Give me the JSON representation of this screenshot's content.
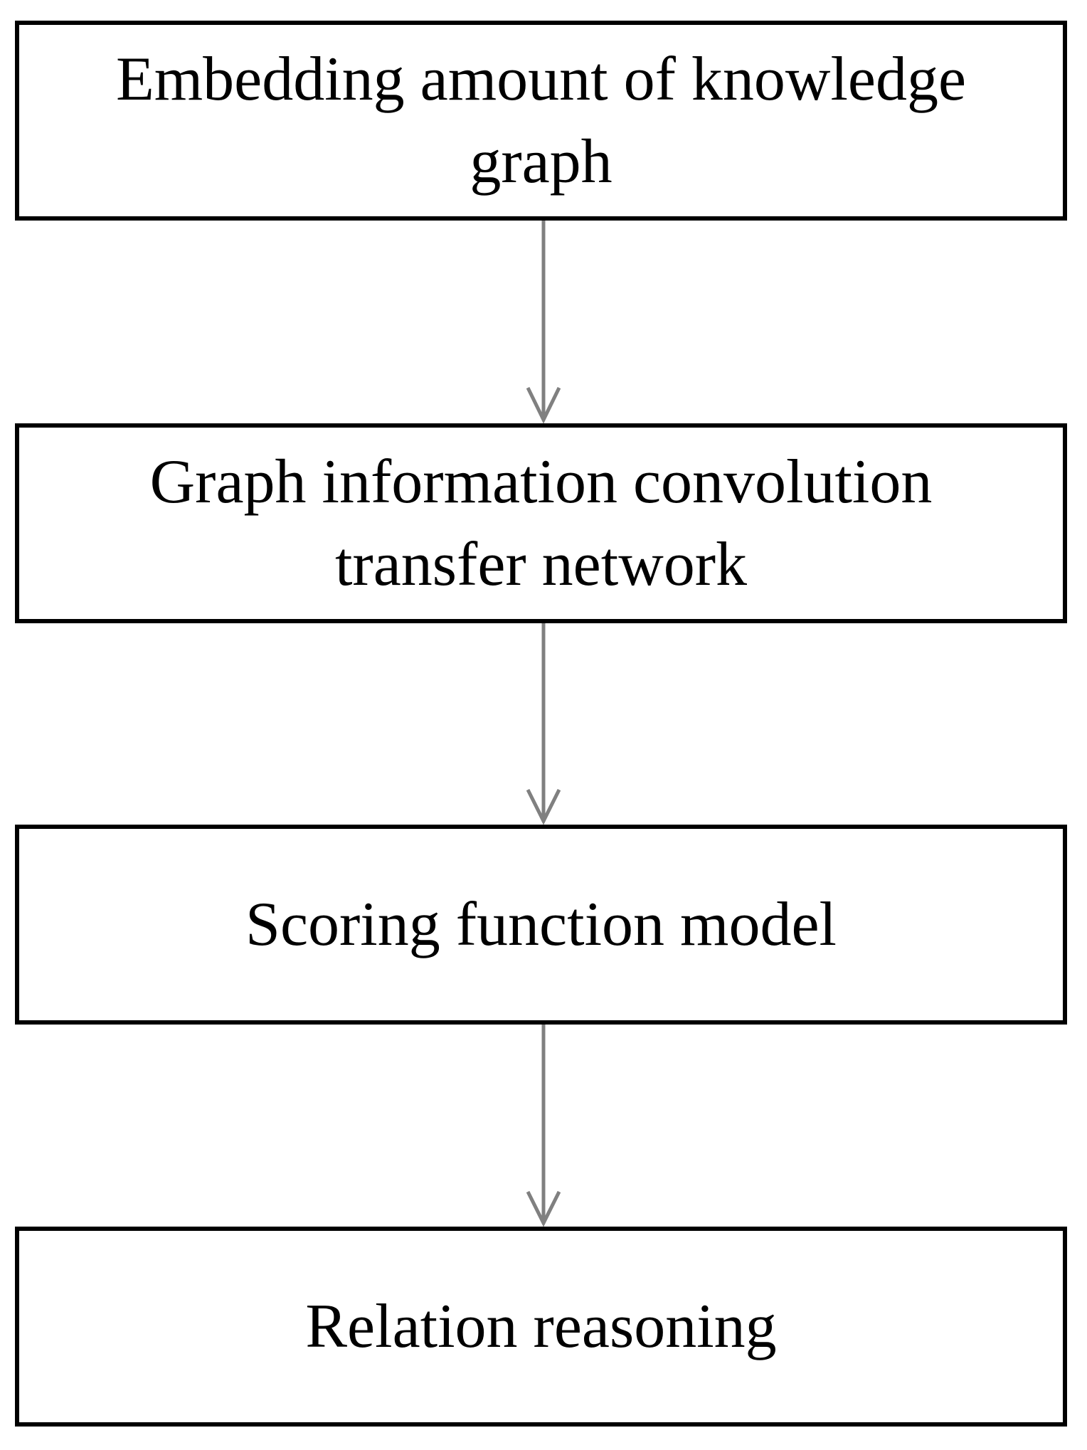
{
  "diagram": {
    "steps": [
      {
        "label": "Embedding amount of knowledge graph"
      },
      {
        "label": "Graph information convolution transfer network"
      },
      {
        "label": "Scoring function model"
      },
      {
        "label": "Relation reasoning"
      }
    ],
    "colors": {
      "box_border": "#000000",
      "arrow": "#808080",
      "background": "#ffffff"
    }
  }
}
